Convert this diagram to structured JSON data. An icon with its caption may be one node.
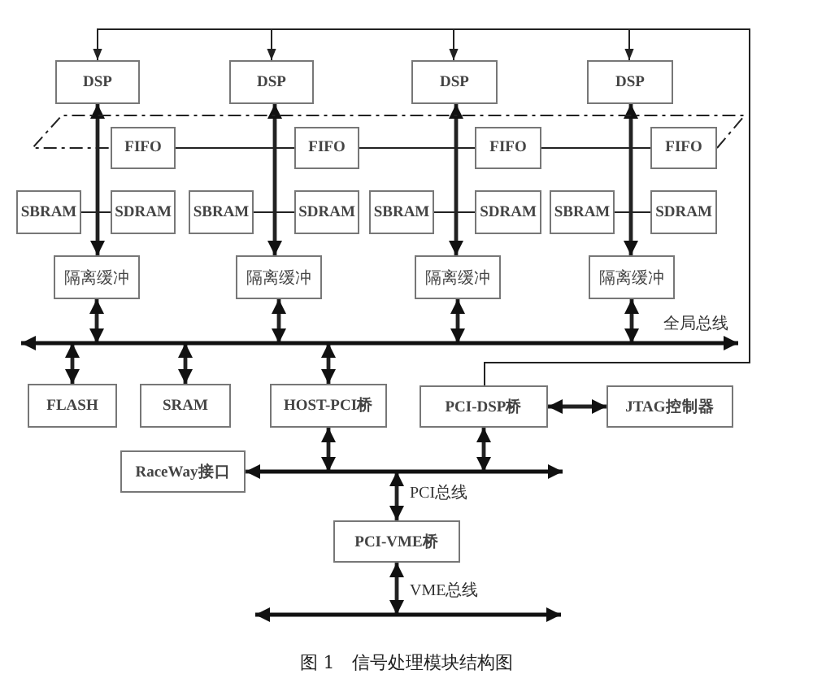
{
  "diagram": {
    "caption": "图 1　信号处理模块结构图",
    "nodes": [
      {
        "text": [
          "DSP"
        ]
      },
      {
        "text": [
          "DSP"
        ]
      },
      {
        "text": [
          "DSP"
        ]
      },
      {
        "text": [
          "DSP"
        ]
      },
      {
        "text": [
          "FIFO"
        ]
      },
      {
        "text": [
          "FIFO"
        ]
      },
      {
        "text": [
          "FIFO"
        ]
      },
      {
        "text": [
          "FIFO"
        ]
      },
      {
        "text": [
          "SBRAM"
        ]
      },
      {
        "text": [
          "SDRAM"
        ]
      },
      {
        "text": [
          "SBRAM"
        ]
      },
      {
        "text": [
          "SDRAM"
        ]
      },
      {
        "text": [
          "SBRAM"
        ]
      },
      {
        "text": [
          "SDRAM"
        ]
      },
      {
        "text": [
          "SBRAM"
        ]
      },
      {
        "text": [
          "SDRAM"
        ]
      },
      {
        "text": [
          "隔离缓冲"
        ]
      },
      {
        "text": [
          "隔离缓冲"
        ]
      },
      {
        "text": [
          "隔离缓冲"
        ]
      },
      {
        "text": [
          "隔离缓冲"
        ]
      },
      {
        "text": [],
        "shape": "bar",
        "beside": [
          "全局总线"
        ]
      },
      {
        "text": [
          "FLASH"
        ]
      },
      {
        "text": [
          "SRAM"
        ]
      },
      {
        "text": [
          "HOST-PCI桥"
        ]
      },
      {
        "text": [
          "PCI-DSP桥"
        ]
      },
      {
        "text": [
          "JTAG控制器"
        ]
      },
      {
        "text": [
          "RaceWay接口"
        ]
      },
      {
        "text": [],
        "shape": "bar",
        "beside": [
          "PCI总线"
        ]
      },
      {
        "text": [
          "PCI-VME桥"
        ]
      },
      {
        "text": [],
        "shape": "bar",
        "beside": [
          "VME总线"
        ]
      }
    ],
    "edges": [
      {
        "from": 24,
        "to": 0,
        "arrow": "to"
      },
      {
        "from": 24,
        "to": 1,
        "arrow": "to"
      },
      {
        "from": 24,
        "to": 2,
        "arrow": "to"
      },
      {
        "from": 24,
        "to": 3,
        "arrow": "to"
      },
      {
        "from": 0,
        "to": 16,
        "arrow": "both"
      },
      {
        "from": 1,
        "to": 17,
        "arrow": "both"
      },
      {
        "from": 2,
        "to": 18,
        "arrow": "both"
      },
      {
        "from": 3,
        "to": 19,
        "arrow": "both"
      },
      {
        "from": 4,
        "to": 5,
        "arrow": "none"
      },
      {
        "from": 5,
        "to": 6,
        "arrow": "none"
      },
      {
        "from": 6,
        "to": 7,
        "arrow": "none"
      },
      {
        "from": 7,
        "to": 4,
        "arrow": "none",
        "style": "dashed"
      },
      {
        "from": 8,
        "to": 9,
        "arrow": "none"
      },
      {
        "from": 10,
        "to": 11,
        "arrow": "none"
      },
      {
        "from": 12,
        "to": 13,
        "arrow": "none"
      },
      {
        "from": 14,
        "to": 15,
        "arrow": "none"
      },
      {
        "from": 16,
        "to": 20,
        "arrow": "both"
      },
      {
        "from": 17,
        "to": 20,
        "arrow": "both"
      },
      {
        "from": 18,
        "to": 20,
        "arrow": "both"
      },
      {
        "from": 19,
        "to": 20,
        "arrow": "both"
      },
      {
        "from": 20,
        "to": 21,
        "arrow": "both"
      },
      {
        "from": 20,
        "to": 22,
        "arrow": "both"
      },
      {
        "from": 20,
        "to": 23,
        "arrow": "both"
      },
      {
        "from": 24,
        "to": 25,
        "arrow": "both"
      },
      {
        "from": 23,
        "to": 27,
        "arrow": "both"
      },
      {
        "from": 24,
        "to": 27,
        "arrow": "both"
      },
      {
        "from": 27,
        "to": 26,
        "arrow": "to"
      },
      {
        "from": 27,
        "to": 28,
        "arrow": "both"
      },
      {
        "from": 28,
        "to": 29,
        "arrow": "both"
      }
    ]
  }
}
